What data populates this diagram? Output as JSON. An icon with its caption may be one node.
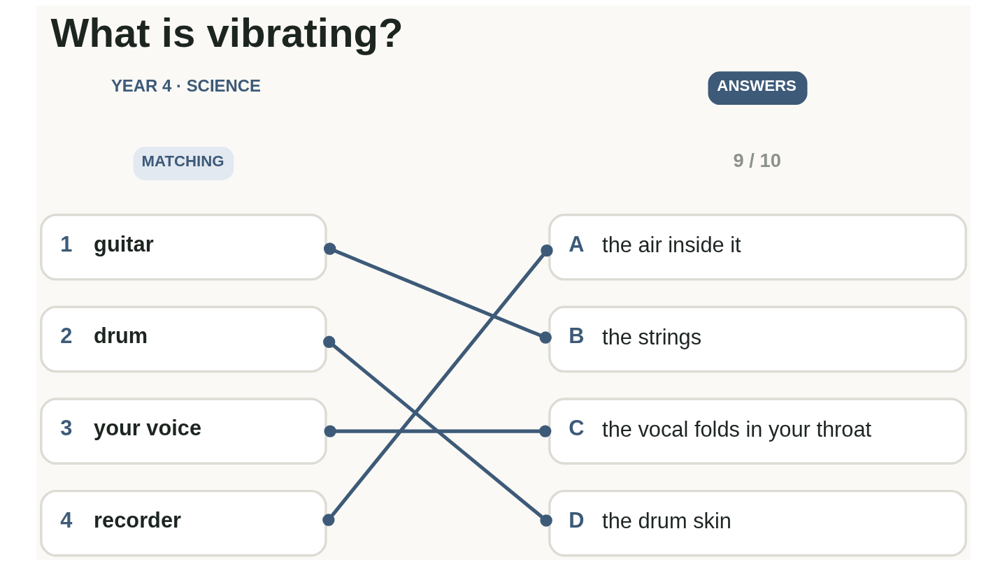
{
  "diagram": {
    "title": "What is vibrating?",
    "nodes": [
      {
        "text": [
          "1",
          "guitar"
        ]
      },
      {
        "text": [
          "2",
          "drum"
        ]
      },
      {
        "text": [
          "3",
          "your voice"
        ]
      },
      {
        "text": [
          "4",
          "recorder"
        ]
      },
      {
        "text": [
          "A",
          "the air inside it"
        ]
      },
      {
        "text": [
          "B",
          "the strings"
        ]
      },
      {
        "text": [
          "C",
          "the vocal folds in your throat"
        ]
      },
      {
        "text": [
          "D",
          "the drum skin"
        ]
      }
    ],
    "edges": [
      {
        "from": 0,
        "to": 5,
        "arrow": "other"
      },
      {
        "from": 1,
        "to": 7,
        "arrow": "other"
      },
      {
        "from": 2,
        "to": 6,
        "arrow": "other"
      },
      {
        "from": 3,
        "to": 4,
        "arrow": "other"
      }
    ],
    "labels": [
      "YEAR 4 · SCIENCE",
      "MATCHING",
      "ANSWERS",
      "9 / 10"
    ]
  }
}
